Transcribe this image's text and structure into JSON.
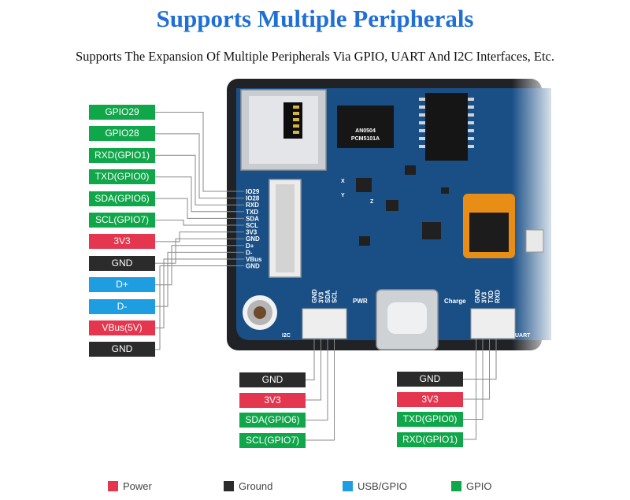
{
  "title": "Supports Multiple Peripherals",
  "subtitle": "Supports The Expansion Of Multiple Peripherals Via GPIO, UART And I2C Interfaces, Etc.",
  "colors": {
    "gpio": "#10a64a",
    "power": "#e5364f",
    "ground": "#2b2b2b",
    "usb_gpio": "#1e9ee0",
    "board": "#1a4f86"
  },
  "left_pins": [
    {
      "label": "GPIO29",
      "type": "gpio"
    },
    {
      "label": "GPIO28",
      "type": "gpio"
    },
    {
      "label": "RXD(GPIO1)",
      "type": "gpio"
    },
    {
      "label": "TXD(GPIO0)",
      "type": "gpio"
    },
    {
      "label": "SDA(GPIO6)",
      "type": "gpio"
    },
    {
      "label": "SCL(GPIO7)",
      "type": "gpio"
    },
    {
      "label": "3V3",
      "type": "power"
    },
    {
      "label": "GND",
      "type": "ground"
    },
    {
      "label": "D+",
      "type": "usb"
    },
    {
      "label": "D-",
      "type": "usb"
    },
    {
      "label": "VBus(5V)",
      "type": "power"
    },
    {
      "label": "GND",
      "type": "ground"
    }
  ],
  "i2c_pins": [
    {
      "label": "GND",
      "type": "ground"
    },
    {
      "label": "3V3",
      "type": "power"
    },
    {
      "label": "SDA(GPIO6)",
      "type": "gpio"
    },
    {
      "label": "SCL(GPIO7)",
      "type": "gpio"
    }
  ],
  "uart_pins": [
    {
      "label": "GND",
      "type": "ground"
    },
    {
      "label": "3V3",
      "type": "power"
    },
    {
      "label": "TXD(GPIO0)",
      "type": "gpio"
    },
    {
      "label": "RXD(GPIO1)",
      "type": "gpio"
    }
  ],
  "board": {
    "header_silk": [
      "IO29",
      "IO28",
      "RXD",
      "TXD",
      "SDA",
      "SCL",
      "3V3",
      "GND",
      "D+",
      "D-",
      "VBus",
      "GND"
    ],
    "i2c_silk": [
      "GND",
      "3V3",
      "SDA",
      "SCL"
    ],
    "uart_silk": [
      "GND",
      "3V3",
      "TXD",
      "RXD"
    ],
    "i2c_label": "I2C",
    "uart_label": "UART",
    "pwr_label": "PWR",
    "charge_label": "Charge",
    "chip_text_1": "PCM5101A",
    "chip_text_2": "AN0504",
    "axis_x": "X",
    "axis_y": "Y",
    "axis_z": "Z"
  },
  "legend": [
    {
      "label": "Power",
      "type": "power"
    },
    {
      "label": "Ground",
      "type": "ground"
    },
    {
      "label": "USB/GPIO",
      "type": "usb"
    },
    {
      "label": "GPIO",
      "type": "gpio"
    }
  ]
}
